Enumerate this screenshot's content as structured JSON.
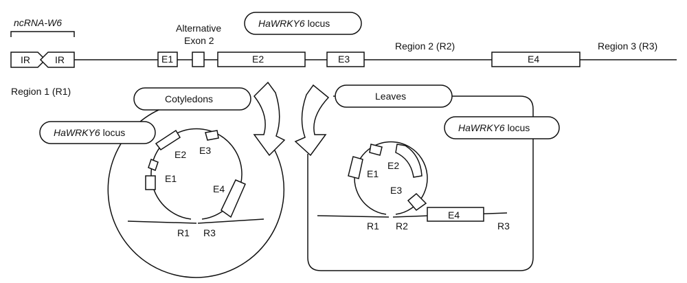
{
  "top": {
    "ncrna_label": "ncRNA-W6",
    "ir_left": "IR",
    "ir_right": "IR",
    "alt_exon_line1": "Alternative",
    "alt_exon_line2": "Exon 2",
    "locus_pill": "HaWRKY6",
    "locus_suffix": " locus",
    "exons": [
      "E1",
      "E2",
      "E3",
      "E4"
    ],
    "region1": "Region 1 (R1)",
    "region2": "Region 2 (R2)",
    "region3": "Region 3 (R3)"
  },
  "cotyledons": {
    "tissue": "Cotyledons",
    "locus_italic": "HaWRKY6",
    "locus_suffix": " locus",
    "exons": [
      "E1",
      "E2",
      "E3",
      "E4"
    ],
    "r_left": "R1",
    "r_right": "R3"
  },
  "leaves": {
    "tissue": "Leaves",
    "locus_italic": "HaWRKY6",
    "locus_suffix": " locus",
    "exons": [
      "E1",
      "E2",
      "E3",
      "E4"
    ],
    "r_left": "R1",
    "r_mid": "R2",
    "r_right": "R3"
  }
}
